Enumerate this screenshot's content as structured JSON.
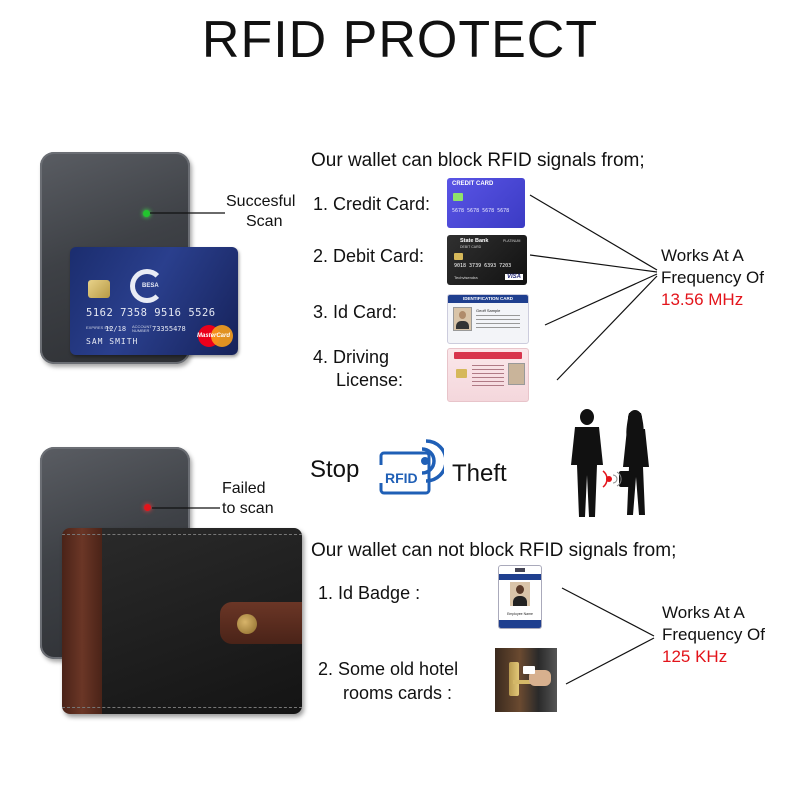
{
  "title": "RFID PROTECT",
  "top_section": {
    "reader_label_line1": "Succesful",
    "reader_label_line2": "Scan",
    "led_color": "#22c52e",
    "heading": "Our wallet can block RFID signals from;",
    "demo_card": {
      "number": "5162 7358 9516 5526",
      "expires_caption": "EXPIRES END",
      "expiry": "12/18",
      "account_caption": "ACCOUNT NUMBER",
      "account_number": "73355478",
      "holder": "SAM SMITH",
      "bank_logo": "BESA",
      "network": "MasterCard"
    },
    "items": [
      {
        "label": "1. Credit Card:",
        "image_caption": "CREDIT CARD",
        "image_number": "5678 5678 5678 5678"
      },
      {
        "label": "2. Debit Card:",
        "image_caption": "State Bank",
        "image_sub": "DEBIT CARD",
        "image_tier": "PLATINUM",
        "image_number": "9018 3739 6393 7203",
        "image_holder": "Techvisendra",
        "image_network": "VISA"
      },
      {
        "label": "3. Id Card:",
        "image_caption": "IDENTIFICATION CARD",
        "image_name": "Geoff Sample"
      },
      {
        "label_line1": "4. Driving",
        "label_line2": "License:"
      }
    ],
    "frequency": {
      "line1": "Works At A",
      "line2": "Frequency Of",
      "value": "13.56 MHz"
    }
  },
  "middle": {
    "stop": "Stop",
    "logo_text": "RFID",
    "theft": "Theft"
  },
  "bottom_section": {
    "reader_label_line1": "Failed",
    "reader_label_line2": "to scan",
    "led_color": "#e3141b",
    "heading": "Our wallet can not block RFID signals from;",
    "items": [
      {
        "label": "1. Id Badge :",
        "image_caption": "Employee Name"
      },
      {
        "label_line1": "2. Some old hotel",
        "label_line2": "rooms cards :"
      }
    ],
    "frequency": {
      "line1": "Works At A",
      "line2": "Frequency Of",
      "value": "125 KHz"
    }
  },
  "colors": {
    "accent_red": "#e3141b",
    "rfid_blue": "#1f5fb6",
    "wallet_black": "#1a1a1a",
    "wallet_brown": "#5a2b1f"
  }
}
